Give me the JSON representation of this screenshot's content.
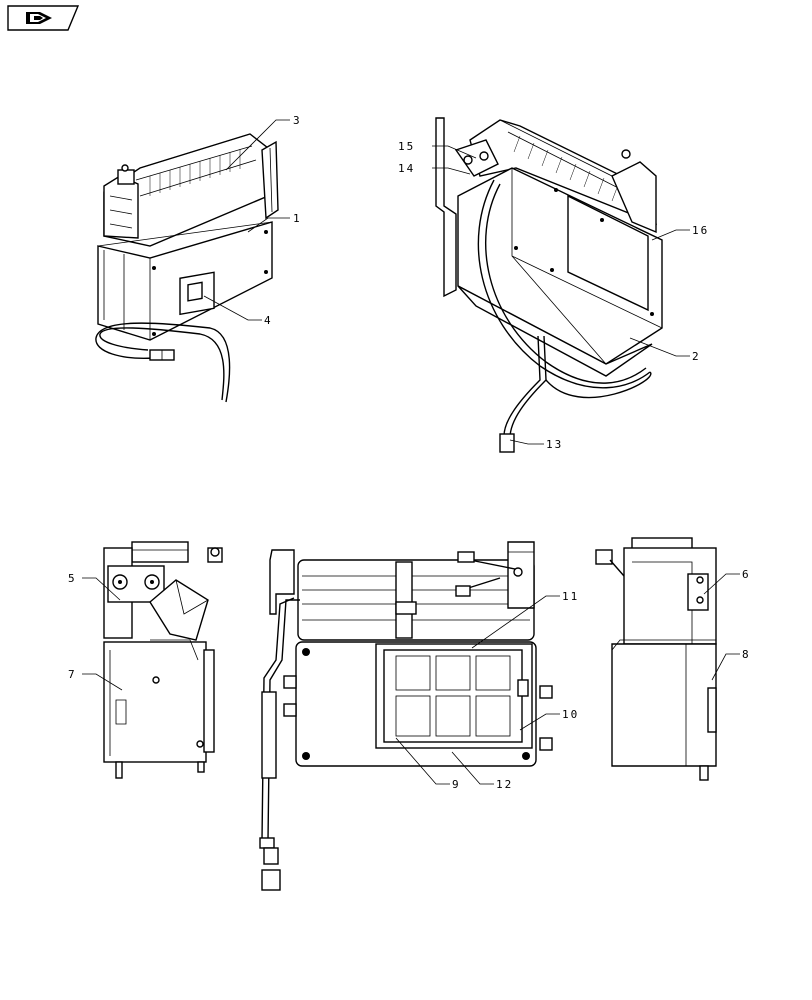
{
  "nav_icon": {
    "name": "book-arrow-icon"
  },
  "callouts": {
    "c1": "1",
    "c2": "2",
    "c3": "3",
    "c4": "4",
    "c5": "5",
    "c6": "6",
    "c7": "7",
    "c8": "8",
    "c9": "9",
    "c10": "10",
    "c11": "11",
    "c12": "12",
    "c13": "13",
    "c14": "14",
    "c15": "15",
    "c16": "16"
  }
}
